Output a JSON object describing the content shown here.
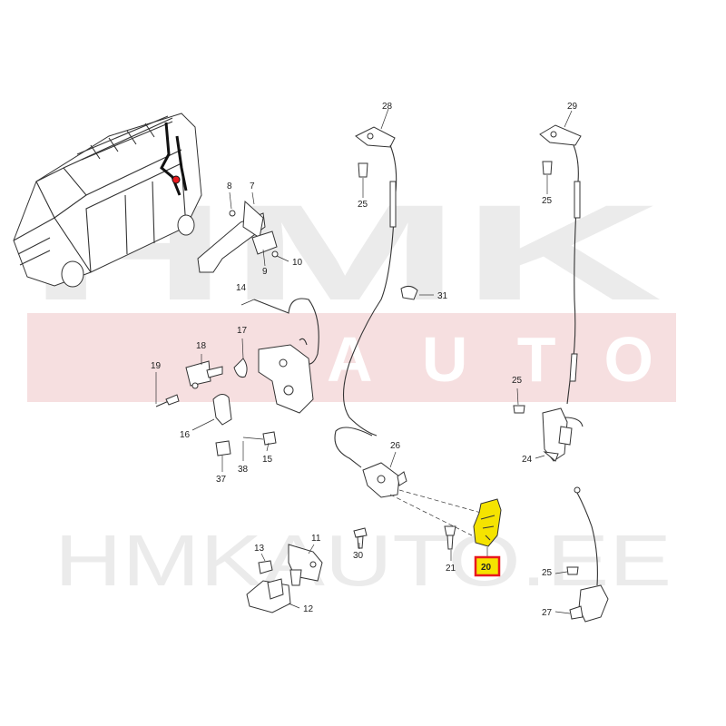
{
  "watermark": {
    "logo_main": "HMK",
    "logo_sub": "AUTO",
    "site": "HMKAUTO.EE",
    "gray_color": "#ebebeb",
    "red_color": "#f6dfe0"
  },
  "highlight": {
    "callout": "20",
    "fill_color": "#f5e300",
    "border_color": "#e8191e"
  },
  "callouts": {
    "c28": "28",
    "c29": "29",
    "c25a": "25",
    "c25b": "25",
    "c25c": "25",
    "c25d": "25",
    "c8": "8",
    "c7": "7",
    "c9": "9",
    "c10": "10",
    "c14": "14",
    "c31": "31",
    "c17": "17",
    "c18": "18",
    "c19": "19",
    "c16": "16",
    "c15": "15",
    "c37": "37",
    "c38": "38",
    "c26": "26",
    "c24": "24",
    "c13": "13",
    "c11": "11",
    "c12": "12",
    "c30": "30",
    "c21": "21",
    "c20": "20",
    "c27": "27"
  }
}
